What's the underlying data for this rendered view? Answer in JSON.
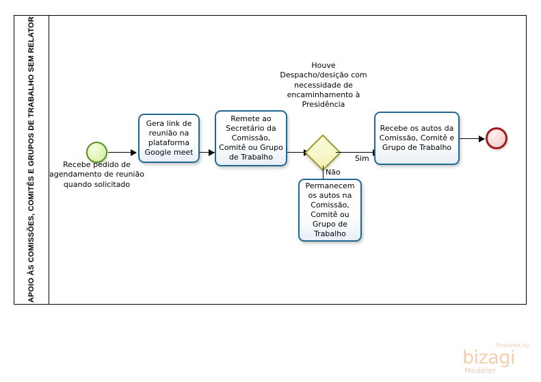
{
  "diagram": {
    "type": "bpmn-process-diagram",
    "pool": {
      "lane_title": "APOIO ÀS COMISSÕES, COMITÊS E GRUPOS DE TRABALHO SEM RELATOR"
    },
    "start_event": {
      "name": "start-event",
      "label": "Recebe pedido de agendamento de reunião quando solicitado",
      "color": "#5b8c20"
    },
    "tasks": [
      {
        "id": "task-1",
        "label": "Gera link de reunião na plataforma Google meet"
      },
      {
        "id": "task-2",
        "label": "Remete ao Secretário da Comissão, Comitê ou Grupo de Trabalho"
      },
      {
        "id": "task-3",
        "label": "Permanecem os autos na Comissão, Comitê ou Grupo de Trabalho"
      },
      {
        "id": "task-4",
        "label": "Recebe os autos da Comissão, Comitê e Grupo de Trabalho"
      }
    ],
    "gateway": {
      "id": "gateway-1",
      "label": "Houve Despacho/desição com necessidade de encaminhamento à Presidência",
      "color": "#9a9a28"
    },
    "flows": [
      {
        "id": "flow-sim",
        "label": "Sim"
      },
      {
        "id": "flow-nao",
        "label": "Não"
      }
    ],
    "end_event": {
      "name": "end-event",
      "color": "#9e1b1b"
    },
    "task_border_color": "#20688f"
  },
  "watermark": {
    "powered_by": "Powered by",
    "brand": "bizagi",
    "product": "Modeler",
    "color": "#f3ceab"
  }
}
